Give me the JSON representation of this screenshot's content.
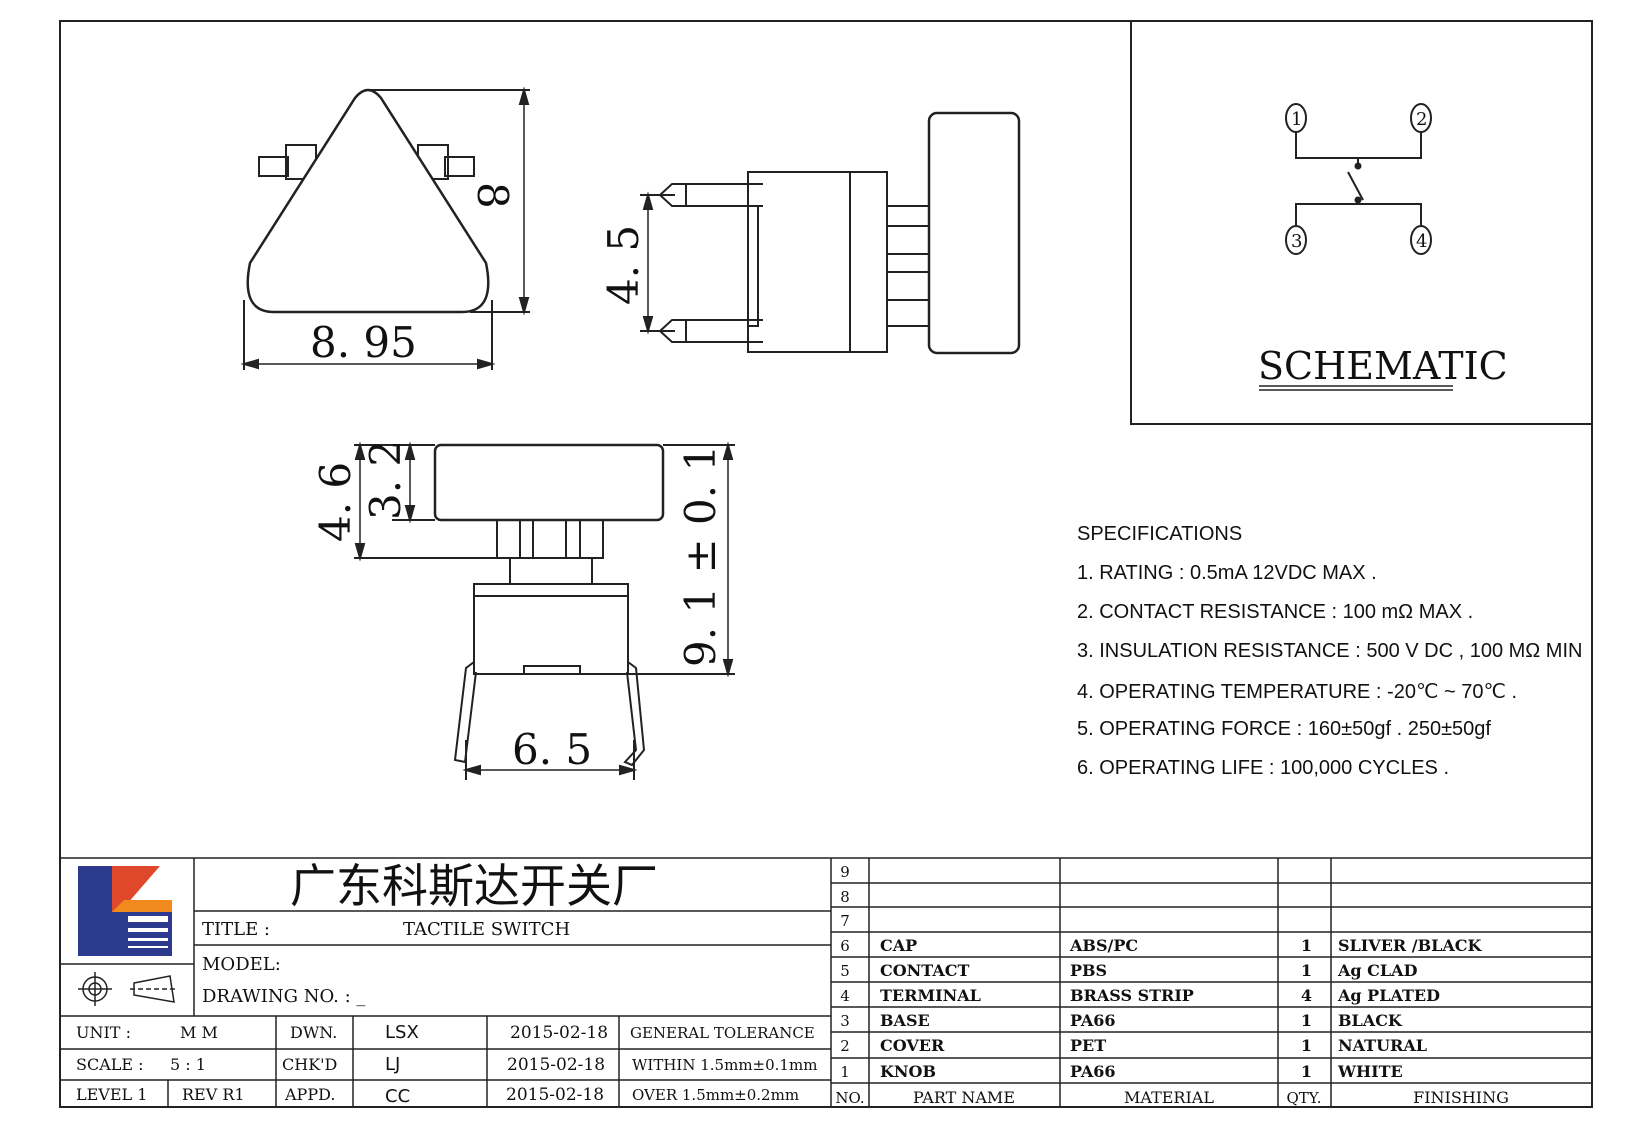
{
  "dimensions": {
    "width_895": "8. 95",
    "height_8": "8",
    "pin_45": "4. 5",
    "h_46": "4. 6",
    "h_32": "3. 2",
    "h_91": "9. 1 ± 0. 1",
    "w_65": "6. 5"
  },
  "schematic": {
    "title": "SCHEMATIC",
    "pins": [
      "1",
      "2",
      "3",
      "4"
    ]
  },
  "specifications": {
    "heading": "SPECIFICATIONS",
    "items": [
      "1. RATING : 0.5mA 12VDC MAX .",
      "2. CONTACT RESISTANCE : 100 mΩ MAX .",
      "3. INSULATION RESISTANCE : 500 V DC , 100 MΩ MIN",
      "4. OPERATING TEMPERATURE : -20℃ ~ 70℃ .",
      "5. OPERATING FORCE : 160±50gf . 250±50gf",
      "6. OPERATING LIFE : 100,000 CYCLES ."
    ]
  },
  "title_block": {
    "company": "广东科斯达开关厂",
    "title_label": "TITLE :",
    "title_value": "TACTILE SWITCH",
    "model_label": "MODEL:",
    "drawing_label": "DRAWING NO. : _",
    "unit_label": "UNIT  :",
    "unit_value": "M M",
    "scale_label": "SCALE  :",
    "scale_value": "5 : 1",
    "level": "LEVEL 1",
    "rev": "REV  R1",
    "dwn_label": "DWN.",
    "chk_label": "CHK'D",
    "appd_label": "APPD.",
    "dwn_name": "LSX",
    "chk_name": "LJ",
    "appd_name": "CC",
    "dwn_date": "2015-02-18",
    "chk_date": "2015-02-18",
    "appd_date": "2015-02-18",
    "tolerance_title": "GENERAL TOLERANCE",
    "tolerance_within": "WITHIN 1.5mm±0.1mm",
    "tolerance_over": "OVER  1.5mm±0.2mm"
  },
  "bom": {
    "headers": {
      "no": "NO.",
      "part": "PART  NAME",
      "material": "MATERIAL",
      "qty": "QTY.",
      "finishing": "FINISHING"
    },
    "rows": [
      {
        "no": "9",
        "part": "",
        "material": "",
        "qty": "",
        "finishing": ""
      },
      {
        "no": "8",
        "part": "",
        "material": "",
        "qty": "",
        "finishing": ""
      },
      {
        "no": "7",
        "part": "",
        "material": "",
        "qty": "",
        "finishing": ""
      },
      {
        "no": "6",
        "part": "CAP",
        "material": "ABS/PC",
        "qty": "1",
        "finishing": "SLIVER /BLACK"
      },
      {
        "no": "5",
        "part": "CONTACT",
        "material": "PBS",
        "qty": "1",
        "finishing": "Ag CLAD"
      },
      {
        "no": "4",
        "part": "TERMINAL",
        "material": "BRASS STRIP",
        "qty": "4",
        "finishing": "Ag PLATED"
      },
      {
        "no": "3",
        "part": "BASE",
        "material": "PA66",
        "qty": "1",
        "finishing": "BLACK"
      },
      {
        "no": "2",
        "part": "COVER",
        "material": "PET",
        "qty": "1",
        "finishing": "NATURAL"
      },
      {
        "no": "1",
        "part": "KNOB",
        "material": "PA66",
        "qty": "1",
        "finishing": "WHITE"
      }
    ]
  },
  "colors": {
    "logo_blue": "#2b3a8c",
    "logo_red": "#e0482b",
    "logo_orange": "#f08a1c"
  }
}
